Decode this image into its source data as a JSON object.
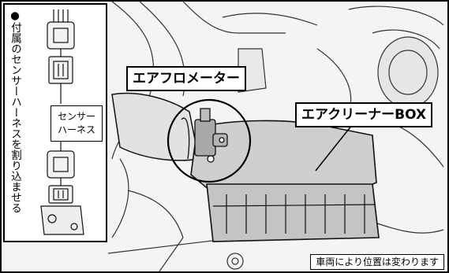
{
  "callouts": {
    "airflow_meter": "エアフロメーター",
    "air_cleaner_box": "エアクリーナーBOX"
  },
  "inset": {
    "instruction": "●付属のセンサーハーネスを割り込ませる",
    "harness_label_line1": "センサー",
    "harness_label_line2": "ハーネス"
  },
  "footer": {
    "notice": "車両により位置は変わります"
  }
}
